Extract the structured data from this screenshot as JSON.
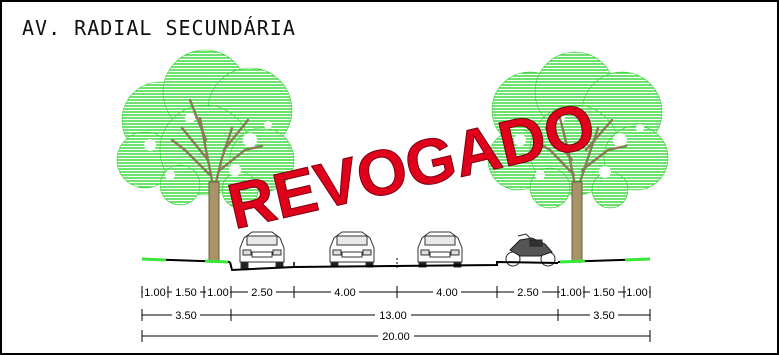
{
  "title": "AV. RADIAL SECUNDÁRIA",
  "stamp": "REVOGADO",
  "colors": {
    "tree_foliage": "#39e639",
    "trunk": "#8a7a58",
    "stamp": "#e0001b",
    "line": "#000000"
  },
  "dimensions": {
    "row1": [
      "1.00",
      "1.50",
      "1.00",
      "2.50",
      "4.00",
      "4.00",
      "2.50",
      "1.00",
      "1.50",
      "1.00"
    ],
    "row2": [
      "3.50",
      "13.00",
      "3.50"
    ],
    "row3": [
      "20.00"
    ]
  },
  "icons": [
    "tree-icon",
    "car-icon",
    "motorcycle-icon"
  ]
}
